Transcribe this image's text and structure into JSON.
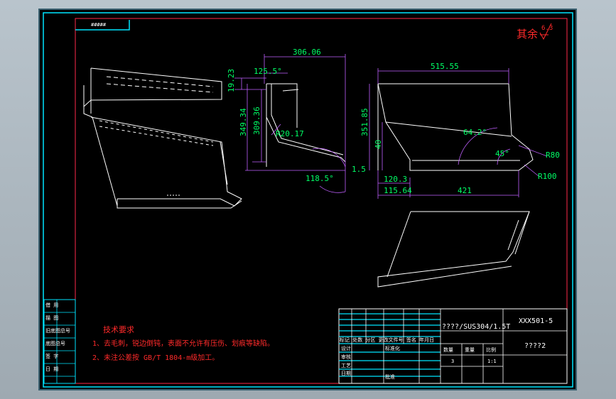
{
  "header_stamp": "#####",
  "roughness": {
    "label": "其余",
    "value": "6.3"
  },
  "dimensions": {
    "d_306_06": "306.06",
    "d_125_5": "125.5°",
    "d_19_23": "19.23",
    "d_349_34": "349.34",
    "d_309_36": "309.36",
    "d_r20_17": "R20.17",
    "d_118_5": "118.5°",
    "d_1_5": "1.5",
    "d_515_55": "515.55",
    "d_351_85": "351.85",
    "d_40": "40",
    "d_64_2": "64.2°",
    "d_45": "45°",
    "d_r80": "R80",
    "d_r100": "R100",
    "d_120_3": "120.3",
    "d_115_64": "115.64",
    "d_421": "421"
  },
  "notes": {
    "title": "技术要求",
    "line1": "1、去毛刺，锐边倒钝，表面不允许有压伤、划痕等缺陷。",
    "line2": "2、未注公差按 GB/T 1804-m级加工。"
  },
  "title_block": {
    "material": "????/SUS304/1.5T",
    "drawing_no": "XXX501-5",
    "part_name": "????2",
    "scale_label": "比例",
    "weight_label": "重量",
    "count_label": "数量",
    "scale": "1:1",
    "qty": "3",
    "design": "设计",
    "check": "审核",
    "std": "标准化",
    "process": "工艺",
    "approve": "批准",
    "date": "日期",
    "stamp_text": "标记 处数 分区 更改文件号 签名 年月日"
  },
  "side_table": {
    "r1": "借 用",
    "r2": "描 图",
    "r3": "旧底图总号",
    "r4": "底图总号",
    "r5": "签 字",
    "r6": "日 期"
  }
}
